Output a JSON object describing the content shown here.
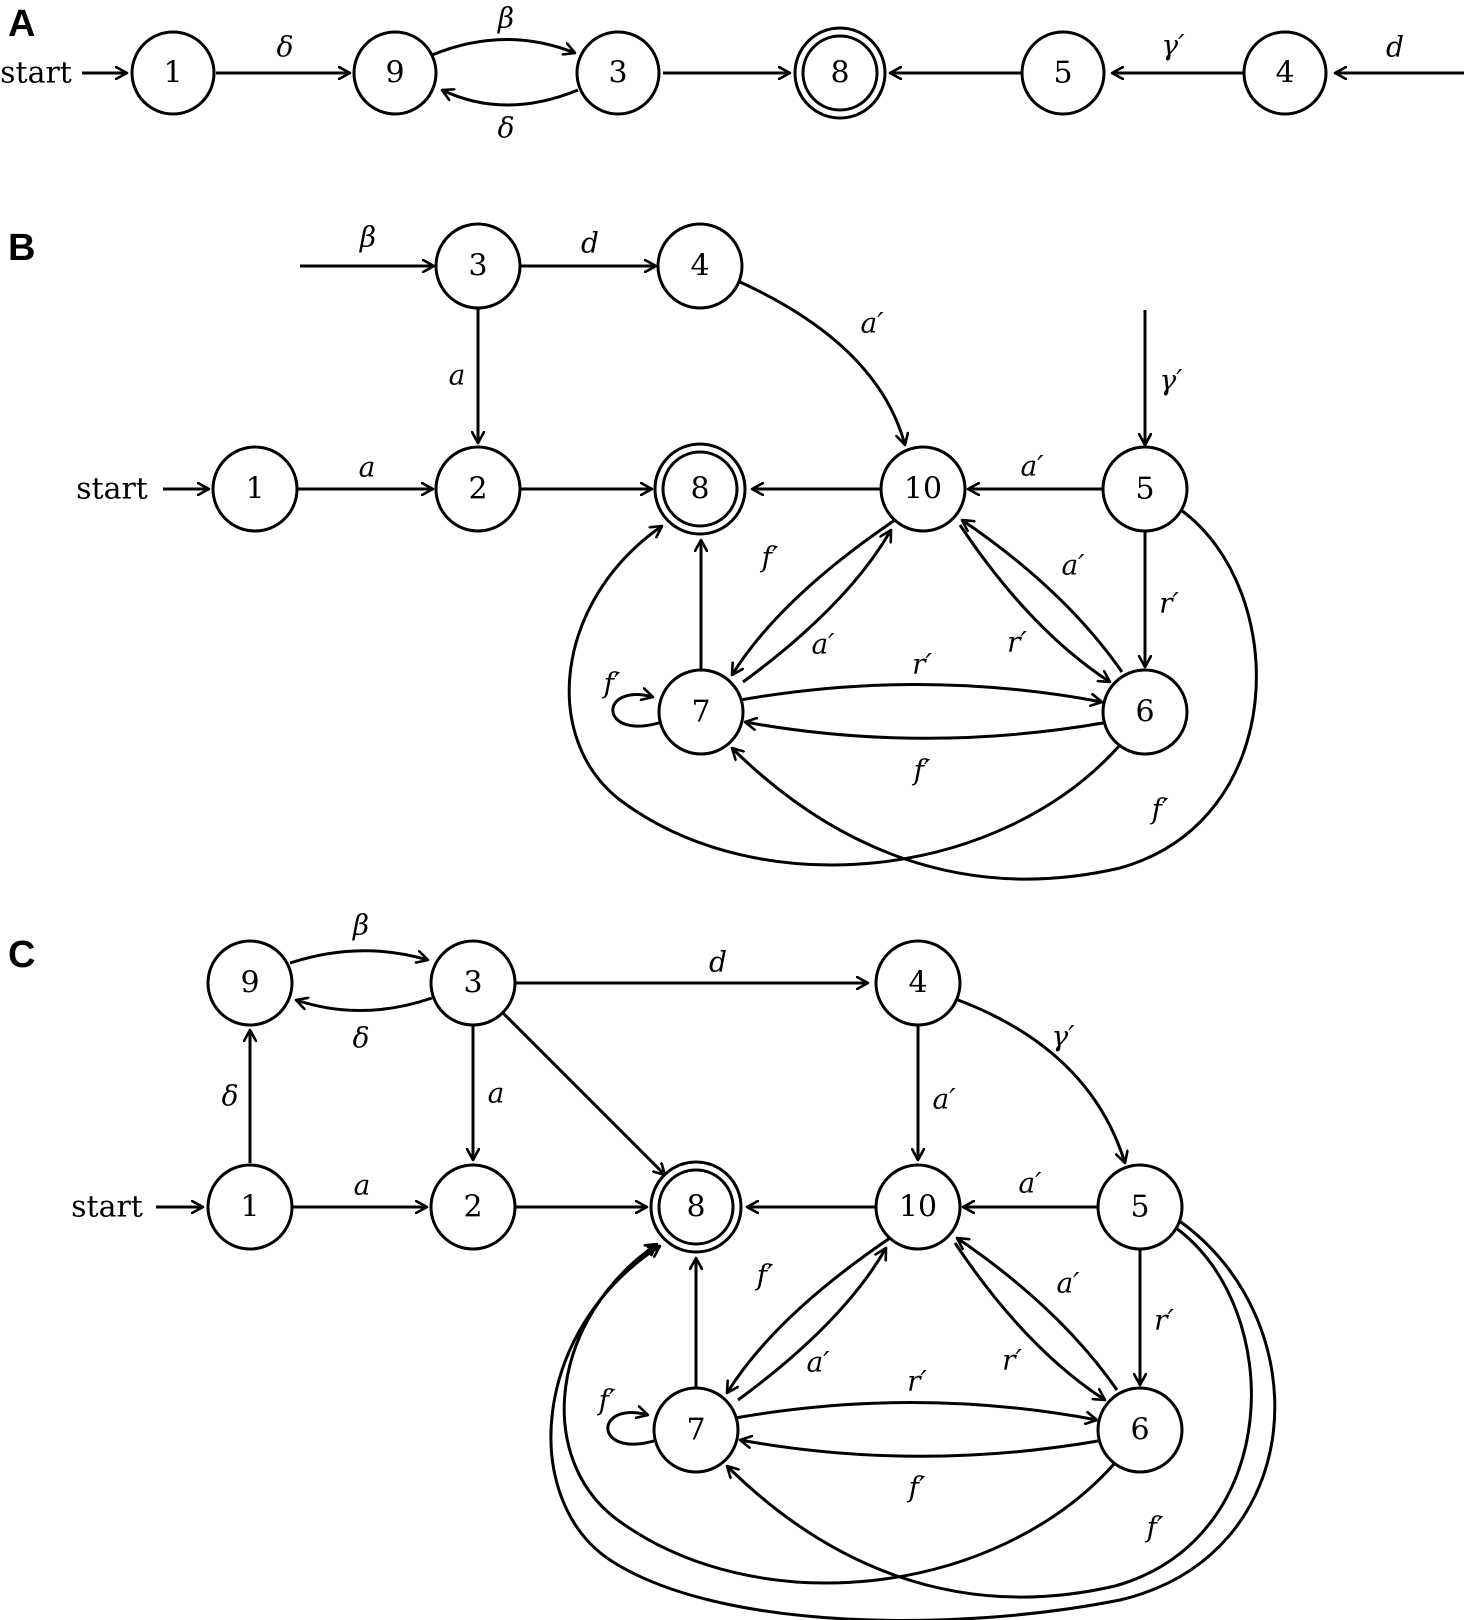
{
  "panels": [
    {
      "id": "A",
      "label": "A",
      "start_label": "start",
      "nodes": [
        {
          "id": "1",
          "label": "1"
        },
        {
          "id": "9",
          "label": "9"
        },
        {
          "id": "3",
          "label": "3"
        },
        {
          "id": "8",
          "label": "8",
          "accepting": true
        },
        {
          "id": "5",
          "label": "5"
        },
        {
          "id": "4",
          "label": "4"
        }
      ],
      "edges": [
        {
          "from": "start",
          "to": "1",
          "label": ""
        },
        {
          "from": "1",
          "to": "9",
          "label": "δ"
        },
        {
          "from": "9",
          "to": "3",
          "label": "β"
        },
        {
          "from": "3",
          "to": "9",
          "label": "δ"
        },
        {
          "from": "3",
          "to": "8",
          "label": ""
        },
        {
          "from": "5",
          "to": "8",
          "label": ""
        },
        {
          "from": "4",
          "to": "5",
          "label": "γ′"
        },
        {
          "from": "incoming",
          "to": "4",
          "label": "d"
        }
      ]
    },
    {
      "id": "B",
      "label": "B",
      "start_label": "start",
      "nodes": [
        {
          "id": "3",
          "label": "3"
        },
        {
          "id": "4",
          "label": "4"
        },
        {
          "id": "1",
          "label": "1"
        },
        {
          "id": "2",
          "label": "2"
        },
        {
          "id": "8",
          "label": "8",
          "accepting": true
        },
        {
          "id": "10",
          "label": "10"
        },
        {
          "id": "5",
          "label": "5"
        },
        {
          "id": "7",
          "label": "7"
        },
        {
          "id": "6",
          "label": "6"
        }
      ],
      "edges": [
        {
          "from": "incoming",
          "to": "3",
          "label": "β"
        },
        {
          "from": "3",
          "to": "4",
          "label": "d"
        },
        {
          "from": "3",
          "to": "2",
          "label": "a"
        },
        {
          "from": "4",
          "to": "10",
          "label": "a′"
        },
        {
          "from": "incoming",
          "to": "5",
          "label": "γ′"
        },
        {
          "from": "start",
          "to": "1",
          "label": ""
        },
        {
          "from": "1",
          "to": "2",
          "label": "a"
        },
        {
          "from": "2",
          "to": "8",
          "label": ""
        },
        {
          "from": "10",
          "to": "8",
          "label": ""
        },
        {
          "from": "5",
          "to": "10",
          "label": "a′"
        },
        {
          "from": "10",
          "to": "7",
          "label": "f′"
        },
        {
          "from": "7",
          "to": "10",
          "label": "a′"
        },
        {
          "from": "10",
          "to": "6",
          "label": "r′"
        },
        {
          "from": "6",
          "to": "10",
          "label": "a′"
        },
        {
          "from": "5",
          "to": "6",
          "label": "r′"
        },
        {
          "from": "7",
          "to": "8",
          "label": ""
        },
        {
          "from": "7",
          "to": "7",
          "label": "f′"
        },
        {
          "from": "7",
          "to": "6",
          "label": "r′"
        },
        {
          "from": "6",
          "to": "7",
          "label": "f′"
        },
        {
          "from": "6",
          "to": "8",
          "label": ""
        },
        {
          "from": "5",
          "to": "7",
          "label": "f′"
        }
      ]
    },
    {
      "id": "C",
      "label": "C",
      "start_label": "start",
      "nodes": [
        {
          "id": "9",
          "label": "9"
        },
        {
          "id": "3",
          "label": "3"
        },
        {
          "id": "4",
          "label": "4"
        },
        {
          "id": "1",
          "label": "1"
        },
        {
          "id": "2",
          "label": "2"
        },
        {
          "id": "8",
          "label": "8",
          "accepting": true
        },
        {
          "id": "10",
          "label": "10"
        },
        {
          "id": "5",
          "label": "5"
        },
        {
          "id": "7",
          "label": "7"
        },
        {
          "id": "6",
          "label": "6"
        }
      ],
      "edges": [
        {
          "from": "9",
          "to": "3",
          "label": "β"
        },
        {
          "from": "3",
          "to": "9",
          "label": "δ"
        },
        {
          "from": "3",
          "to": "4",
          "label": "d"
        },
        {
          "from": "1",
          "to": "9",
          "label": "δ"
        },
        {
          "from": "3",
          "to": "2",
          "label": "a"
        },
        {
          "from": "3",
          "to": "8",
          "label": ""
        },
        {
          "from": "4",
          "to": "10",
          "label": "a′"
        },
        {
          "from": "4",
          "to": "5",
          "label": "γ′"
        },
        {
          "from": "start",
          "to": "1",
          "label": ""
        },
        {
          "from": "1",
          "to": "2",
          "label": "a"
        },
        {
          "from": "2",
          "to": "8",
          "label": ""
        },
        {
          "from": "10",
          "to": "8",
          "label": ""
        },
        {
          "from": "5",
          "to": "10",
          "label": "a′"
        },
        {
          "from": "10",
          "to": "7",
          "label": "f′"
        },
        {
          "from": "7",
          "to": "10",
          "label": "a′"
        },
        {
          "from": "10",
          "to": "6",
          "label": "r′"
        },
        {
          "from": "6",
          "to": "10",
          "label": "a′"
        },
        {
          "from": "5",
          "to": "6",
          "label": "r′"
        },
        {
          "from": "7",
          "to": "8",
          "label": ""
        },
        {
          "from": "7",
          "to": "7",
          "label": "f′"
        },
        {
          "from": "7",
          "to": "6",
          "label": "r′"
        },
        {
          "from": "6",
          "to": "7",
          "label": "f′"
        },
        {
          "from": "6",
          "to": "8",
          "label": ""
        },
        {
          "from": "5",
          "to": "7",
          "label": "f′"
        },
        {
          "from": "5",
          "to": "8",
          "label": ""
        }
      ]
    }
  ]
}
